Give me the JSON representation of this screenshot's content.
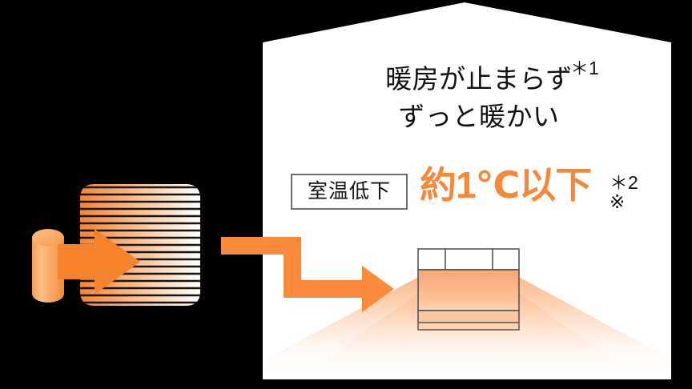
{
  "scene": {
    "title": "暖房が止まらずずっと暖かい（室温低下 約1℃以下）",
    "background_color": "#000000",
    "house_fill": "#ffffff"
  },
  "headline": {
    "line1": "暖房が止まらず",
    "line2": "ずっと暖かい",
    "note": "＊1",
    "color": "#111111"
  },
  "temperature": {
    "box_label": "室温低下",
    "value": "約1℃以下",
    "note_1": "＊2",
    "note_2": "※",
    "accent_color": "#F5893B",
    "box_border_color": "#6d6d6d"
  },
  "graphics": {
    "cylinder_name": "heat-source-cylinder",
    "cylinder_color": "#FBA968",
    "panel_name": "striped-heat-exchanger-panel",
    "panel_gradient_from": "#F79447",
    "panel_gradient_to": "#ffffff",
    "panel_stripe_color": "#1a1a1a",
    "inlet_arrow_name": "heat-inlet-arrow",
    "elbow_arrow_name": "heat-flow-elbow-arrow",
    "arrow_color": "#FA8B3C",
    "bed_name": "bed-illustration",
    "bed_fill": "#F9A877",
    "bed_outline": "#555555",
    "glow_name": "warm-air-glow",
    "glow_color": "#F9A877"
  }
}
